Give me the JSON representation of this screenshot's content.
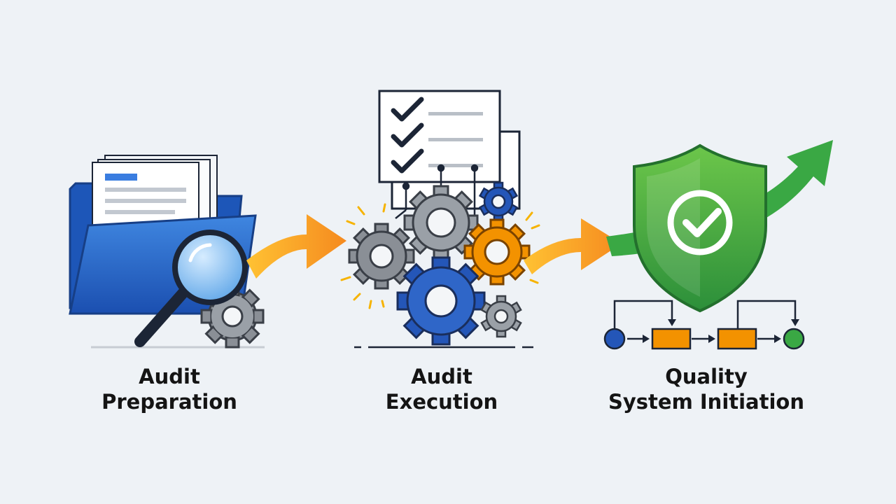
{
  "steps": [
    {
      "line1": "Audit",
      "line2": "Preparation",
      "icon": "folder-magnifier-icon"
    },
    {
      "line1": "Audit",
      "line2": "Execution",
      "icon": "checklist-gears-icon"
    },
    {
      "line1": "Quality",
      "line2": "System Initiation",
      "icon": "shield-check-icon"
    }
  ],
  "colors": {
    "background": "#eef2f6",
    "folder_blue": "#1f5fc4",
    "arrow_orange": "#f7941d",
    "shield_green": "#3aa844",
    "gear_gray": "#8a8f96",
    "gear_blue": "#2456b8",
    "gear_orange": "#f39200",
    "outline": "#1c2536"
  }
}
